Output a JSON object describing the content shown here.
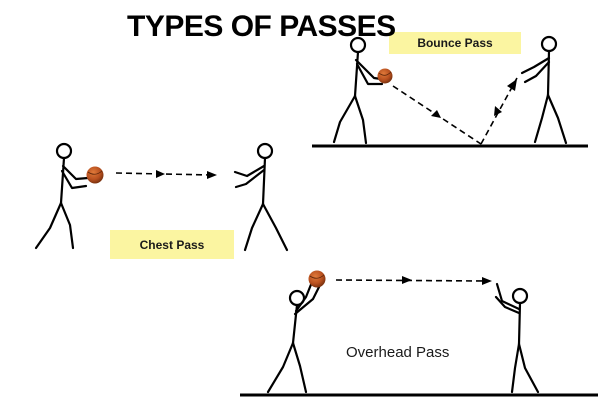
{
  "title": "TYPES OF PASSES",
  "passes": {
    "bounce": {
      "label": "Bounce Pass"
    },
    "chest": {
      "label": "Chest Pass"
    },
    "overhead": {
      "label": "Overhead Pass"
    }
  },
  "colors": {
    "label_background": "#fbf5a1",
    "ball": "#b8501f",
    "ball_seam": "#5a2408",
    "line": "#000000"
  }
}
